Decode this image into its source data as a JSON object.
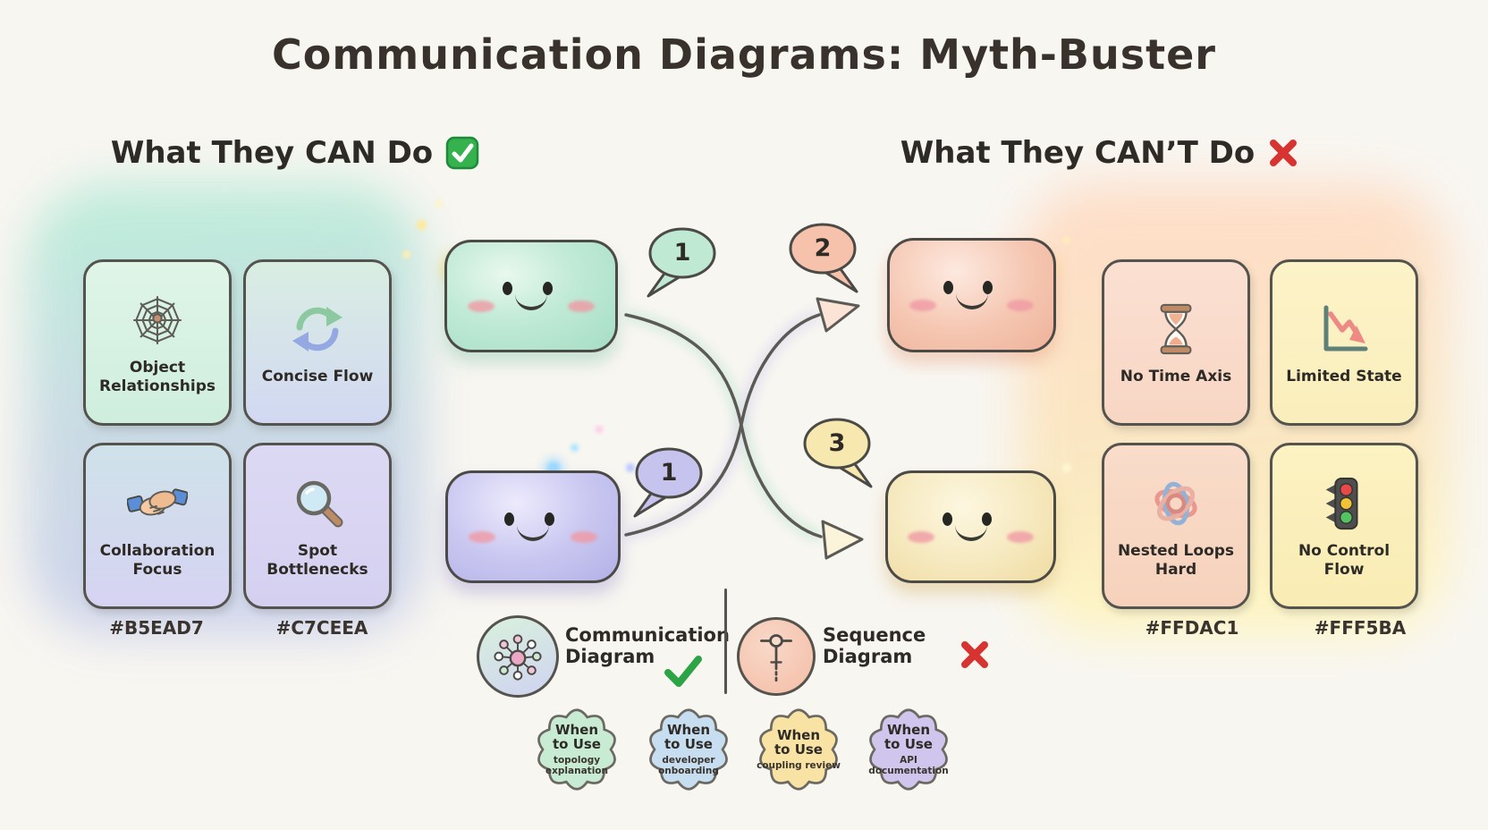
{
  "title": "Communication Diagrams: Myth-Buster",
  "panels": {
    "can": {
      "heading": "What They CAN Do",
      "cards": [
        {
          "label": "Object Relationships",
          "icon": "spider-web"
        },
        {
          "label": "Concise Flow",
          "icon": "cycle-arrows"
        },
        {
          "label": "Collaboration Focus",
          "icon": "handshake"
        },
        {
          "label": "Spot Bottlenecks",
          "icon": "magnifying-glass"
        }
      ],
      "swatches": [
        "#B5EAD7",
        "#C7CEEA"
      ]
    },
    "cant": {
      "heading": "What They CAN’T Do",
      "cards": [
        {
          "label": "No Time Axis",
          "icon": "hourglass"
        },
        {
          "label": "Limited State",
          "icon": "declining-chart"
        },
        {
          "label": "Nested Loops Hard",
          "icon": "tangled-knot"
        },
        {
          "label": "No Control Flow",
          "icon": "traffic-light"
        }
      ],
      "swatches": [
        "#FFDAC1",
        "#FFF5BA"
      ]
    }
  },
  "characters": [
    {
      "name": "green-object",
      "number": "1"
    },
    {
      "name": "purple-object",
      "number": "1"
    },
    {
      "name": "peach-object",
      "number": "2"
    },
    {
      "name": "yellow-object",
      "number": "3"
    }
  ],
  "legend": {
    "communication": {
      "label": "Communication Diagram",
      "verdict": "check"
    },
    "sequence": {
      "label": "Sequence Diagram",
      "verdict": "cross"
    }
  },
  "badges": [
    {
      "title": "When to Use",
      "subtitle": "topology explanation",
      "color": "#c7ecd3"
    },
    {
      "title": "When to Use",
      "subtitle": "developer onboarding",
      "color": "#c7ddf0"
    },
    {
      "title": "When to Use",
      "subtitle": "coupling review",
      "color": "#f8e2a4"
    },
    {
      "title": "When to Use",
      "subtitle": "API documentation",
      "color": "#cfc5ed"
    }
  ],
  "colors": {
    "check_green": "#2fae4d",
    "cross_red": "#d63331",
    "ink": "#39322c"
  }
}
